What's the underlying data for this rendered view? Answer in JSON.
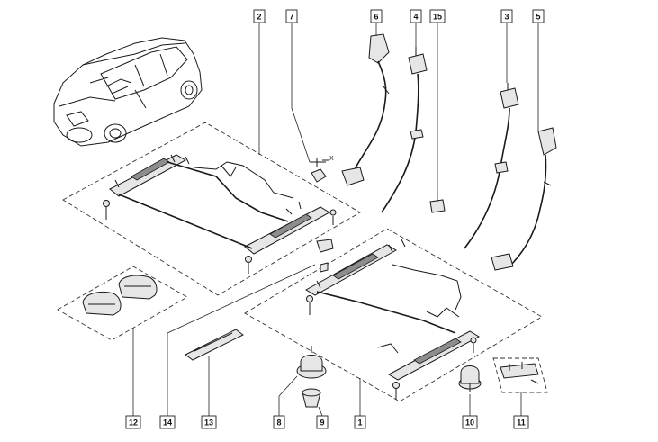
{
  "diagram": {
    "callouts": [
      {
        "label": "2"
      },
      {
        "label": "7"
      },
      {
        "label": "6"
      },
      {
        "label": "4"
      },
      {
        "label": "15"
      },
      {
        "label": "3"
      },
      {
        "label": "5"
      },
      {
        "label": "12"
      },
      {
        "label": "14"
      },
      {
        "label": "13"
      },
      {
        "label": "8"
      },
      {
        "label": "9"
      },
      {
        "label": "1"
      },
      {
        "label": "10"
      },
      {
        "label": "11"
      }
    ],
    "x_marker": "X"
  }
}
